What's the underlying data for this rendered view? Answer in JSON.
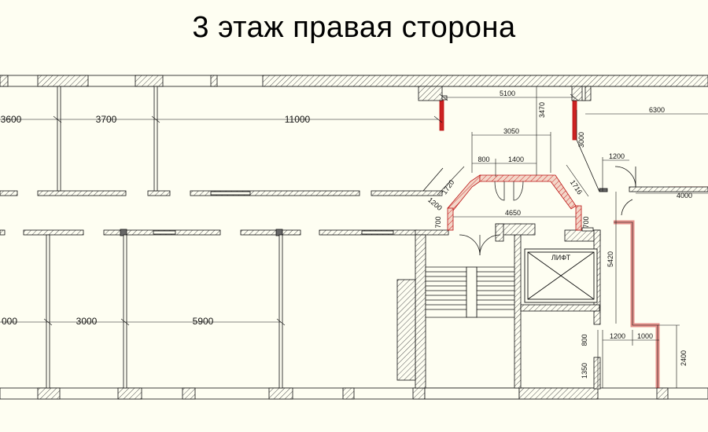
{
  "title": "3 этаж правая сторона",
  "colors": {
    "background": "#fefef2",
    "wall_hatch": "#555555",
    "new_wall": "#cc2222",
    "line": "#111111"
  },
  "labels": {
    "lift": "ЛИФТ"
  },
  "dimensions": {
    "d3600": "3600",
    "d3700": "3700",
    "d11000": "11000",
    "d5100": "5100",
    "d3470": "3470",
    "d6300": "6300",
    "d3050": "3050",
    "d3000v": "3000",
    "d800a": "800",
    "d1400": "1400",
    "d1200a": "1200",
    "d1720": "1720",
    "d1716": "1716",
    "d1200b": "1200",
    "d4000": "4000",
    "d4650": "4650",
    "d700a": "700",
    "d700b": "700",
    "d5420": "5420",
    "d000": "000",
    "d3000": "3000",
    "d5900": "5900",
    "d1200c": "1200",
    "d1000": "1000",
    "d800b": "800",
    "d1350": "1350",
    "d2400": "2400"
  }
}
